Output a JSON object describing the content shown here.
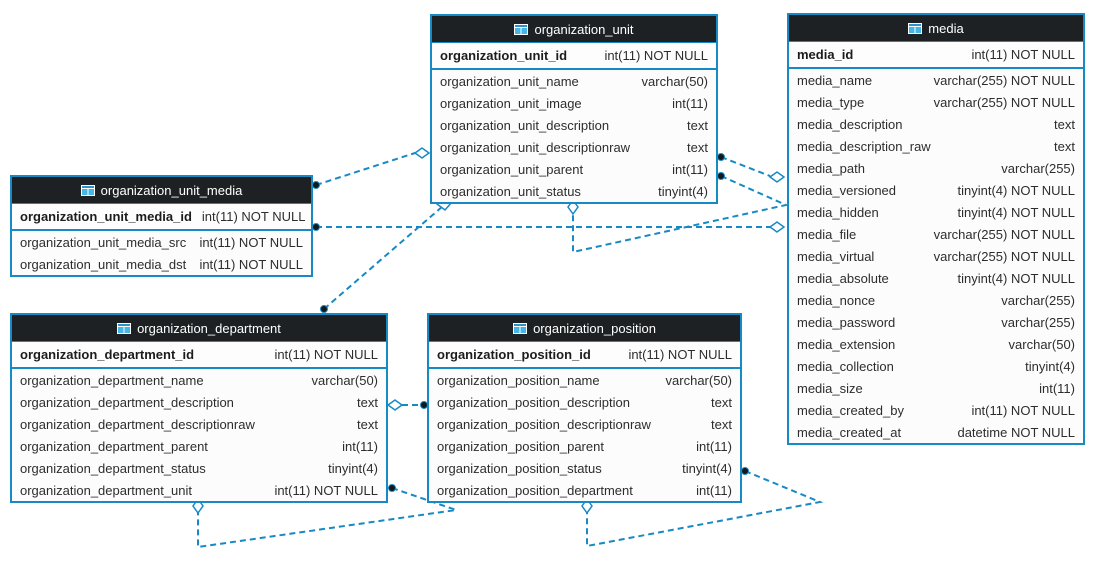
{
  "diagram": {
    "colors": {
      "line": "#1789c4",
      "header_bg": "#1d2124",
      "header_text": "#ffffff",
      "icon": "#45b6e8",
      "row_text": "#2d2d2d",
      "table_bg": "#fcfcfc",
      "dot": "#15181a"
    },
    "icons": {
      "table_icon": "table-grid"
    },
    "tables": [
      {
        "title": "organization_unit_media",
        "pk": {
          "name": "organization_unit_media_id",
          "type": "int(11) NOT NULL"
        },
        "columns": [
          {
            "name": "organization_unit_media_src",
            "type": "int(11) NOT NULL"
          },
          {
            "name": "organization_unit_media_dst",
            "type": "int(11) NOT NULL"
          }
        ]
      },
      {
        "title": "organization_unit",
        "pk": {
          "name": "organization_unit_id",
          "type": "int(11) NOT NULL"
        },
        "columns": [
          {
            "name": "organization_unit_name",
            "type": "varchar(50)"
          },
          {
            "name": "organization_unit_image",
            "type": "int(11)"
          },
          {
            "name": "organization_unit_description",
            "type": "text"
          },
          {
            "name": "organization_unit_descriptionraw",
            "type": "text"
          },
          {
            "name": "organization_unit_parent",
            "type": "int(11)"
          },
          {
            "name": "organization_unit_status",
            "type": "tinyint(4)"
          }
        ]
      },
      {
        "title": "media",
        "pk": {
          "name": "media_id",
          "type": "int(11) NOT NULL"
        },
        "columns": [
          {
            "name": "media_name",
            "type": "varchar(255) NOT NULL"
          },
          {
            "name": "media_type",
            "type": "varchar(255) NOT NULL"
          },
          {
            "name": "media_description",
            "type": "text"
          },
          {
            "name": "media_description_raw",
            "type": "text"
          },
          {
            "name": "media_path",
            "type": "varchar(255)"
          },
          {
            "name": "media_versioned",
            "type": "tinyint(4) NOT NULL"
          },
          {
            "name": "media_hidden",
            "type": "tinyint(4) NOT NULL"
          },
          {
            "name": "media_file",
            "type": "varchar(255) NOT NULL"
          },
          {
            "name": "media_virtual",
            "type": "varchar(255) NOT NULL"
          },
          {
            "name": "media_absolute",
            "type": "tinyint(4) NOT NULL"
          },
          {
            "name": "media_nonce",
            "type": "varchar(255)"
          },
          {
            "name": "media_password",
            "type": "varchar(255)"
          },
          {
            "name": "media_extension",
            "type": "varchar(50)"
          },
          {
            "name": "media_collection",
            "type": "tinyint(4)"
          },
          {
            "name": "media_size",
            "type": "int(11)"
          },
          {
            "name": "media_created_by",
            "type": "int(11) NOT NULL"
          },
          {
            "name": "media_created_at",
            "type": "datetime NOT NULL"
          }
        ]
      },
      {
        "title": "organization_department",
        "pk": {
          "name": "organization_department_id",
          "type": "int(11) NOT NULL"
        },
        "columns": [
          {
            "name": "organization_department_name",
            "type": "varchar(50)"
          },
          {
            "name": "organization_department_description",
            "type": "text"
          },
          {
            "name": "organization_department_descriptionraw",
            "type": "text"
          },
          {
            "name": "organization_department_parent",
            "type": "int(11)"
          },
          {
            "name": "organization_department_status",
            "type": "tinyint(4)"
          },
          {
            "name": "organization_department_unit",
            "type": "int(11) NOT NULL"
          }
        ]
      },
      {
        "title": "organization_position",
        "pk": {
          "name": "organization_position_id",
          "type": "int(11) NOT NULL"
        },
        "columns": [
          {
            "name": "organization_position_name",
            "type": "varchar(50)"
          },
          {
            "name": "organization_position_description",
            "type": "text"
          },
          {
            "name": "organization_position_descriptionraw",
            "type": "text"
          },
          {
            "name": "organization_position_parent",
            "type": "int(11)"
          },
          {
            "name": "organization_position_status",
            "type": "tinyint(4)"
          },
          {
            "name": "organization_position_department",
            "type": "int(11)"
          }
        ]
      }
    ]
  }
}
